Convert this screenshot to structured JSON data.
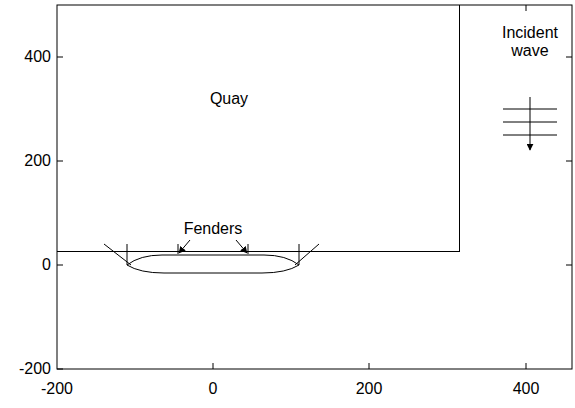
{
  "diagram": {
    "nodes": [
      {
        "text": [
          "Quay"
        ]
      }
    ],
    "labels": [
      "400",
      "200",
      "0",
      "-200",
      "-200",
      "0",
      "200",
      "400",
      "Fenders",
      "Incident wave"
    ]
  }
}
